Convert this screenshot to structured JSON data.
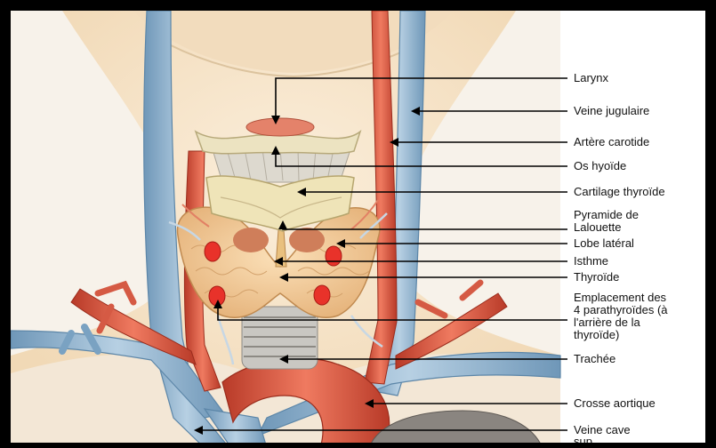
{
  "labels": [
    {
      "id": "larynx",
      "text": "Larynx"
    },
    {
      "id": "veine_jugulaire",
      "text": "Veine jugulaire"
    },
    {
      "id": "artere_carotide",
      "text": "Artère carotide"
    },
    {
      "id": "os_hyoide",
      "text": "Os hyoïde"
    },
    {
      "id": "cartilage_thyroide",
      "text": "Cartilage thyroïde"
    },
    {
      "id": "pyramide_1",
      "text": "Pyramide de"
    },
    {
      "id": "pyramide_2",
      "text": "Lalouette"
    },
    {
      "id": "lobe_lateral",
      "text": "Lobe latéral"
    },
    {
      "id": "isthme",
      "text": "Isthme"
    },
    {
      "id": "thyroide",
      "text": "Thyroïde"
    },
    {
      "id": "emplacement_1",
      "text": "Emplacement des"
    },
    {
      "id": "emplacement_2",
      "text": "4 parathyroïdes (à"
    },
    {
      "id": "emplacement_3",
      "text": "l'arrière de la"
    },
    {
      "id": "emplacement_4",
      "text": "thyroïde)"
    },
    {
      "id": "trachee",
      "text": "Trachée"
    },
    {
      "id": "crosse_aortique",
      "text": "Crosse aortique"
    },
    {
      "id": "veine_cave_1",
      "text": "Veine cave"
    },
    {
      "id": "veine_cave_2",
      "text": "sup."
    }
  ],
  "colors": {
    "border": "#000000",
    "skin": "#f6e3c7",
    "artery": "#d9553f",
    "vein": "#8fb4d0",
    "thyroid": "#f0c48f",
    "cartilage": "#e8dcb0",
    "parathyroid": "#e8322a"
  }
}
